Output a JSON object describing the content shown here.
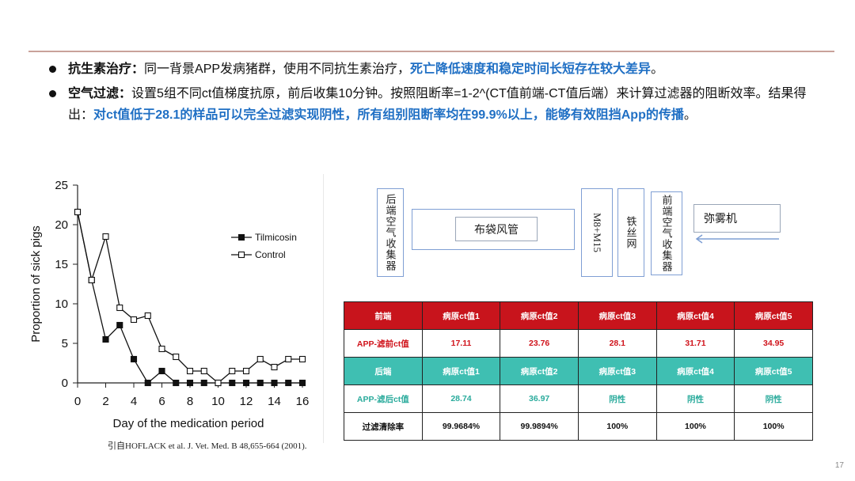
{
  "bullets": [
    {
      "lead": "抗生素治疗：",
      "text": "同一背景APP发病猪群，使用不同抗生素治疗，",
      "highlight": "死亡降低速度和稳定时间长短存在较大差异",
      "tail": "。"
    },
    {
      "lead": "空气过滤：",
      "text": "设置5组不同ct值梯度抗原，前后收集10分钟。按照阻断率=1-2^(CT值前端-CT值后端）来计算过滤器的阻断效率。结果得出：",
      "highlight": "对ct值低于28.1的样品可以完全过滤实现阴性，所有组别阻断率均在99.9%以上，能够有效阻挡App的传播",
      "tail": "。"
    }
  ],
  "chart_data": {
    "type": "line",
    "xlabel": "Day of the medication period",
    "ylabel": "Proportion of sick pigs",
    "xlim": [
      0,
      16
    ],
    "ylim": [
      0,
      25
    ],
    "xticks": [
      0,
      2,
      4,
      6,
      8,
      10,
      12,
      14,
      16
    ],
    "yticks": [
      0,
      5,
      10,
      15,
      20,
      25
    ],
    "legend_position": "right-middle",
    "series": [
      {
        "name": "Tilmicosin",
        "marker": "filled-square",
        "x": [
          0,
          1,
          2,
          3,
          4,
          5,
          6,
          7,
          8,
          9,
          10,
          11,
          12,
          13,
          14,
          15,
          16
        ],
        "values": [
          21.6,
          13.0,
          5.5,
          7.3,
          3.0,
          0,
          1.5,
          0,
          0,
          0,
          0,
          0,
          0,
          0,
          0,
          0,
          0
        ]
      },
      {
        "name": "Control",
        "marker": "open-square",
        "x": [
          0,
          1,
          2,
          3,
          4,
          5,
          6,
          7,
          8,
          9,
          10,
          11,
          12,
          13,
          14,
          15,
          16
        ],
        "values": [
          21.6,
          13.0,
          18.5,
          9.5,
          8.0,
          8.5,
          4.3,
          3.3,
          1.5,
          1.5,
          0,
          1.5,
          1.5,
          3.0,
          2.0,
          3.0,
          3.0
        ]
      }
    ]
  },
  "citation": "引自HOFLACK et al. J. Vet. Med. B 48,655-664 (2001).",
  "diagram": {
    "rear_collector": "后端空气收集器",
    "duct": "布袋风管",
    "filter": "M8+M15",
    "wire_mesh": "铁丝网",
    "front_collector": "前端空气收集器",
    "atomizer": "弥雾机"
  },
  "table": {
    "rows": [
      {
        "style": "red",
        "cells": [
          "前端",
          "病原ct值1",
          "病原ct值2",
          "病原ct值3",
          "病原ct值4",
          "病原ct值5"
        ]
      },
      {
        "style": "redtext",
        "cells": [
          "APP-滤前ct值",
          "17.11",
          "23.76",
          "28.1",
          "31.71",
          "34.95"
        ]
      },
      {
        "style": "teal",
        "cells": [
          "后端",
          "病原ct值1",
          "病原ct值2",
          "病原ct值3",
          "病原ct值4",
          "病原ct值5"
        ]
      },
      {
        "style": "tealtext",
        "cells": [
          "APP-滤后ct值",
          "28.74",
          "36.97",
          "阴性",
          "阴性",
          "阴性"
        ]
      },
      {
        "style": "plain",
        "cells": [
          "过滤清除率",
          "99.9684%",
          "99.9894%",
          "100%",
          "100%",
          "100%"
        ]
      }
    ]
  },
  "page_number": "17",
  "colors": {
    "highlight": "#1f6fc4",
    "table_red": "#c8141c",
    "table_teal": "#3fbfb2",
    "diagram_border": "#7f9fd4"
  }
}
